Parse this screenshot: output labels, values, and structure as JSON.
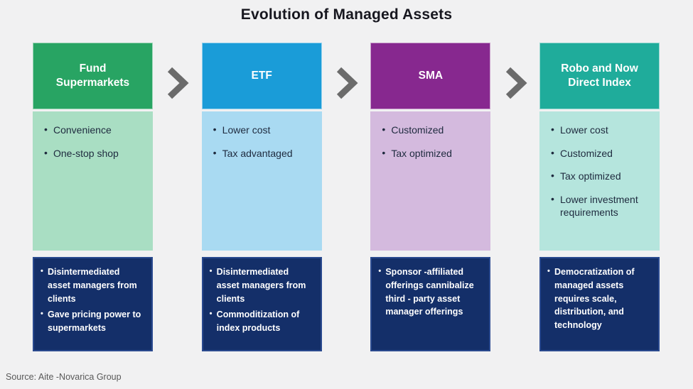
{
  "title": "Evolution of Managed Assets",
  "source": "Source: Aite -Novarica Group",
  "arrow": {
    "icon": "chevron-right-icon",
    "color": "#6b6b6b"
  },
  "colors": {
    "background": "#f1f1f2",
    "impact_box_fill": "#142f69",
    "impact_box_border": "#2a4a8f",
    "title_text": "#17171f",
    "body_text": "#1e2a3e",
    "header_text": "#ffffff",
    "source_text": "#595959"
  },
  "columns": [
    {
      "header": "Fund Supermarkets",
      "header_color": "#28a463",
      "panel_color": "#a9dec3",
      "benefits": [
        "Convenience",
        "One-stop shop"
      ],
      "impacts": [
        "Disintermediated asset managers from clients",
        "Gave pricing power to supermarkets"
      ]
    },
    {
      "header": "ETF",
      "header_color": "#1a9cd8",
      "panel_color": "#a9daf2",
      "benefits": [
        "Lower cost",
        "Tax advantaged"
      ],
      "impacts": [
        "Disintermediated asset managers from clients",
        "Commoditization of index products"
      ]
    },
    {
      "header": "SMA",
      "header_color": "#87288f",
      "panel_color": "#d4bade",
      "benefits": [
        "Customized",
        "Tax optimized"
      ],
      "impacts": [
        "Sponsor -affiliated offerings cannibalize third - party asset manager offerings"
      ]
    },
    {
      "header": "Robo and Now Direct Index",
      "header_color": "#1fac9b",
      "panel_color": "#b5e5dd",
      "benefits": [
        "Lower cost",
        "Customized",
        "Tax optimized",
        "Lower investment requirements"
      ],
      "impacts": [
        "Democratization of managed assets requires scale, distribution, and technology"
      ]
    }
  ]
}
